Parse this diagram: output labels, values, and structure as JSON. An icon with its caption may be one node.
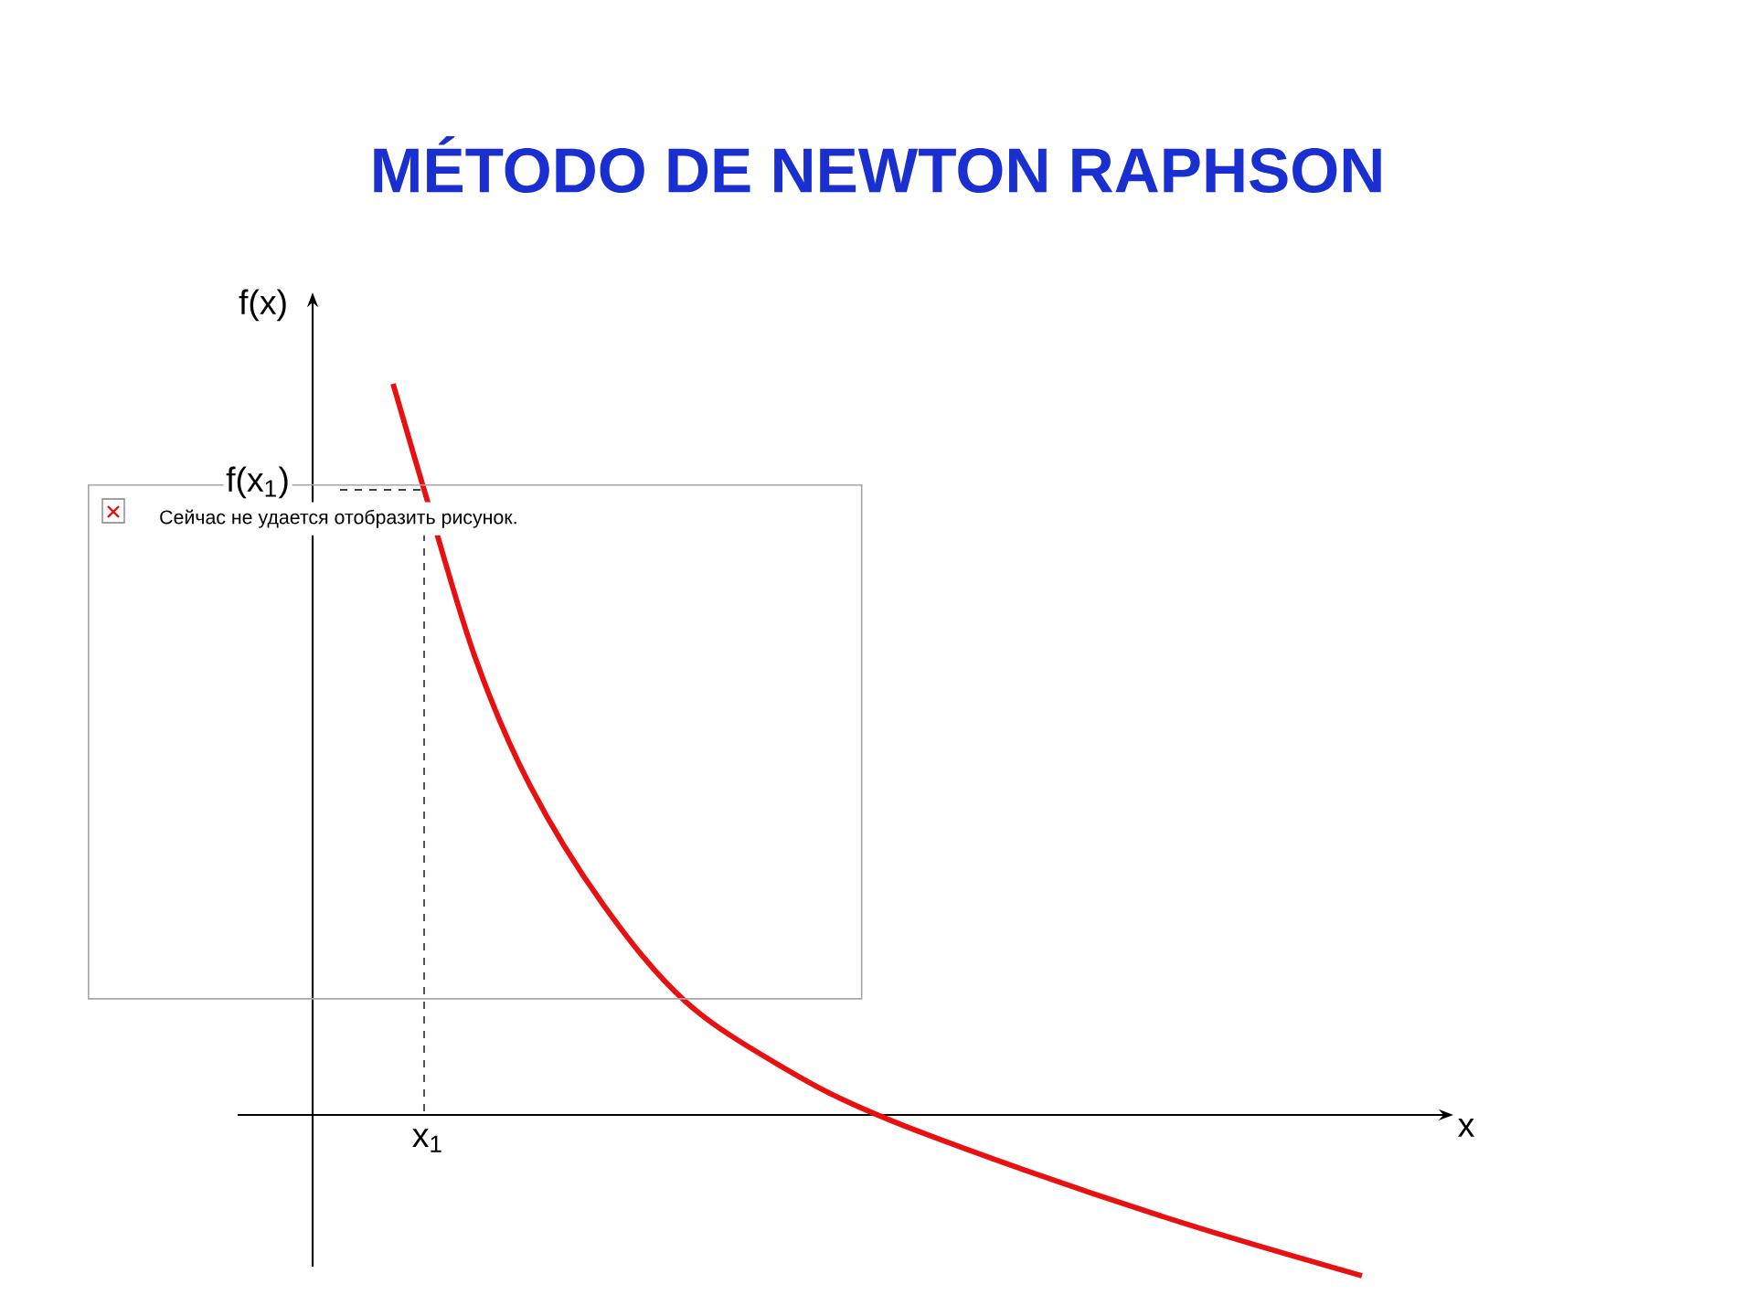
{
  "diagram": {
    "title": "MÉTODO DE NEWTON RAPHSON",
    "nodes": [
      {
        "text": [
          "Сейчас не удается отобразить рисунок."
        ]
      }
    ],
    "labels": [
      "f(x)",
      "f(x$_{1}$)",
      "x$_{1}$",
      "x"
    ]
  }
}
